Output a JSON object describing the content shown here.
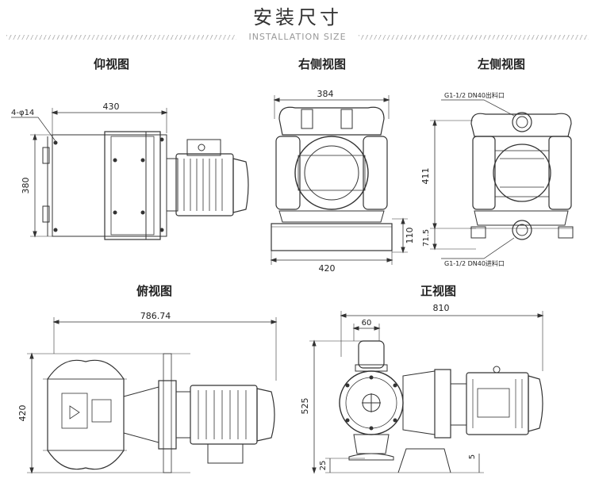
{
  "header": {
    "title": "安装尺寸",
    "subtitle": "INSTALLATION SIZE"
  },
  "views": {
    "bottom": {
      "label": "仰视图",
      "dims": {
        "holes": "4-φ14",
        "width": "430",
        "height": "380"
      }
    },
    "right": {
      "label": "右侧视图",
      "dims": {
        "width": "384",
        "base_height": "110",
        "base_width": "420"
      }
    },
    "left": {
      "label": "左侧视图",
      "dims": {
        "height": "411",
        "offset": "71.5",
        "outlet": "G1-1/2 DN40出料口",
        "inlet": "G1-1/2 DN40进料口"
      }
    },
    "top": {
      "label": "俯视图",
      "dims": {
        "length": "786.74",
        "width": "420"
      }
    },
    "front": {
      "label": "正视图",
      "dims": {
        "length": "810",
        "port": "60",
        "height": "525",
        "foot": "25",
        "gap": "5"
      }
    }
  }
}
